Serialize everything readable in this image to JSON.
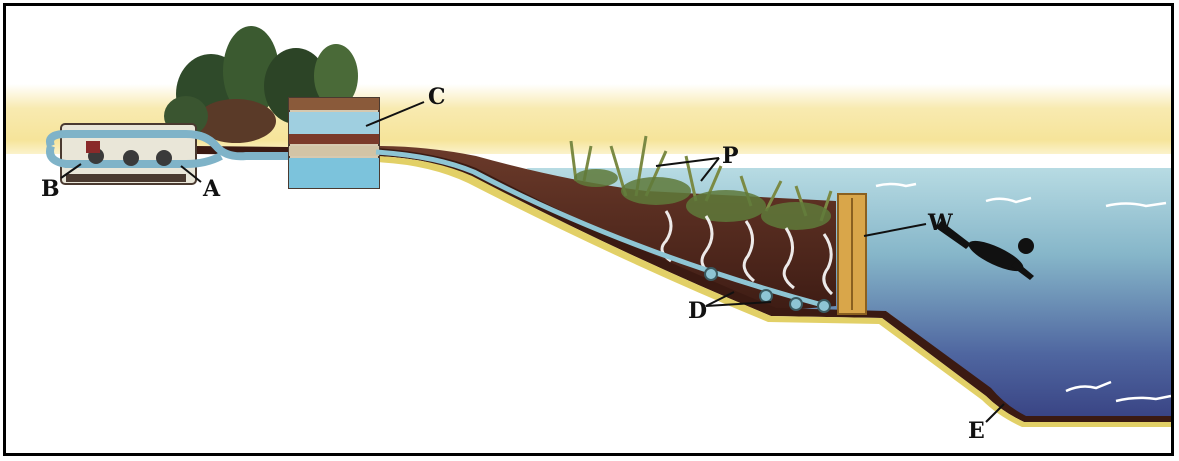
{
  "labels": {
    "A": "A",
    "B": "B",
    "C": "C",
    "D": "D",
    "E": "E",
    "P": "P",
    "W": "W"
  },
  "colors": {
    "sky_band": "#f7e7a2",
    "water_top": "#a9d3dc",
    "water_bottom": "#3d4e8c",
    "earth": "#5a2a1e",
    "sand": "#e4d36a",
    "filter_box": "#8fc9d8",
    "wall": "#d9a64a",
    "plants": "#6e7f3a"
  }
}
